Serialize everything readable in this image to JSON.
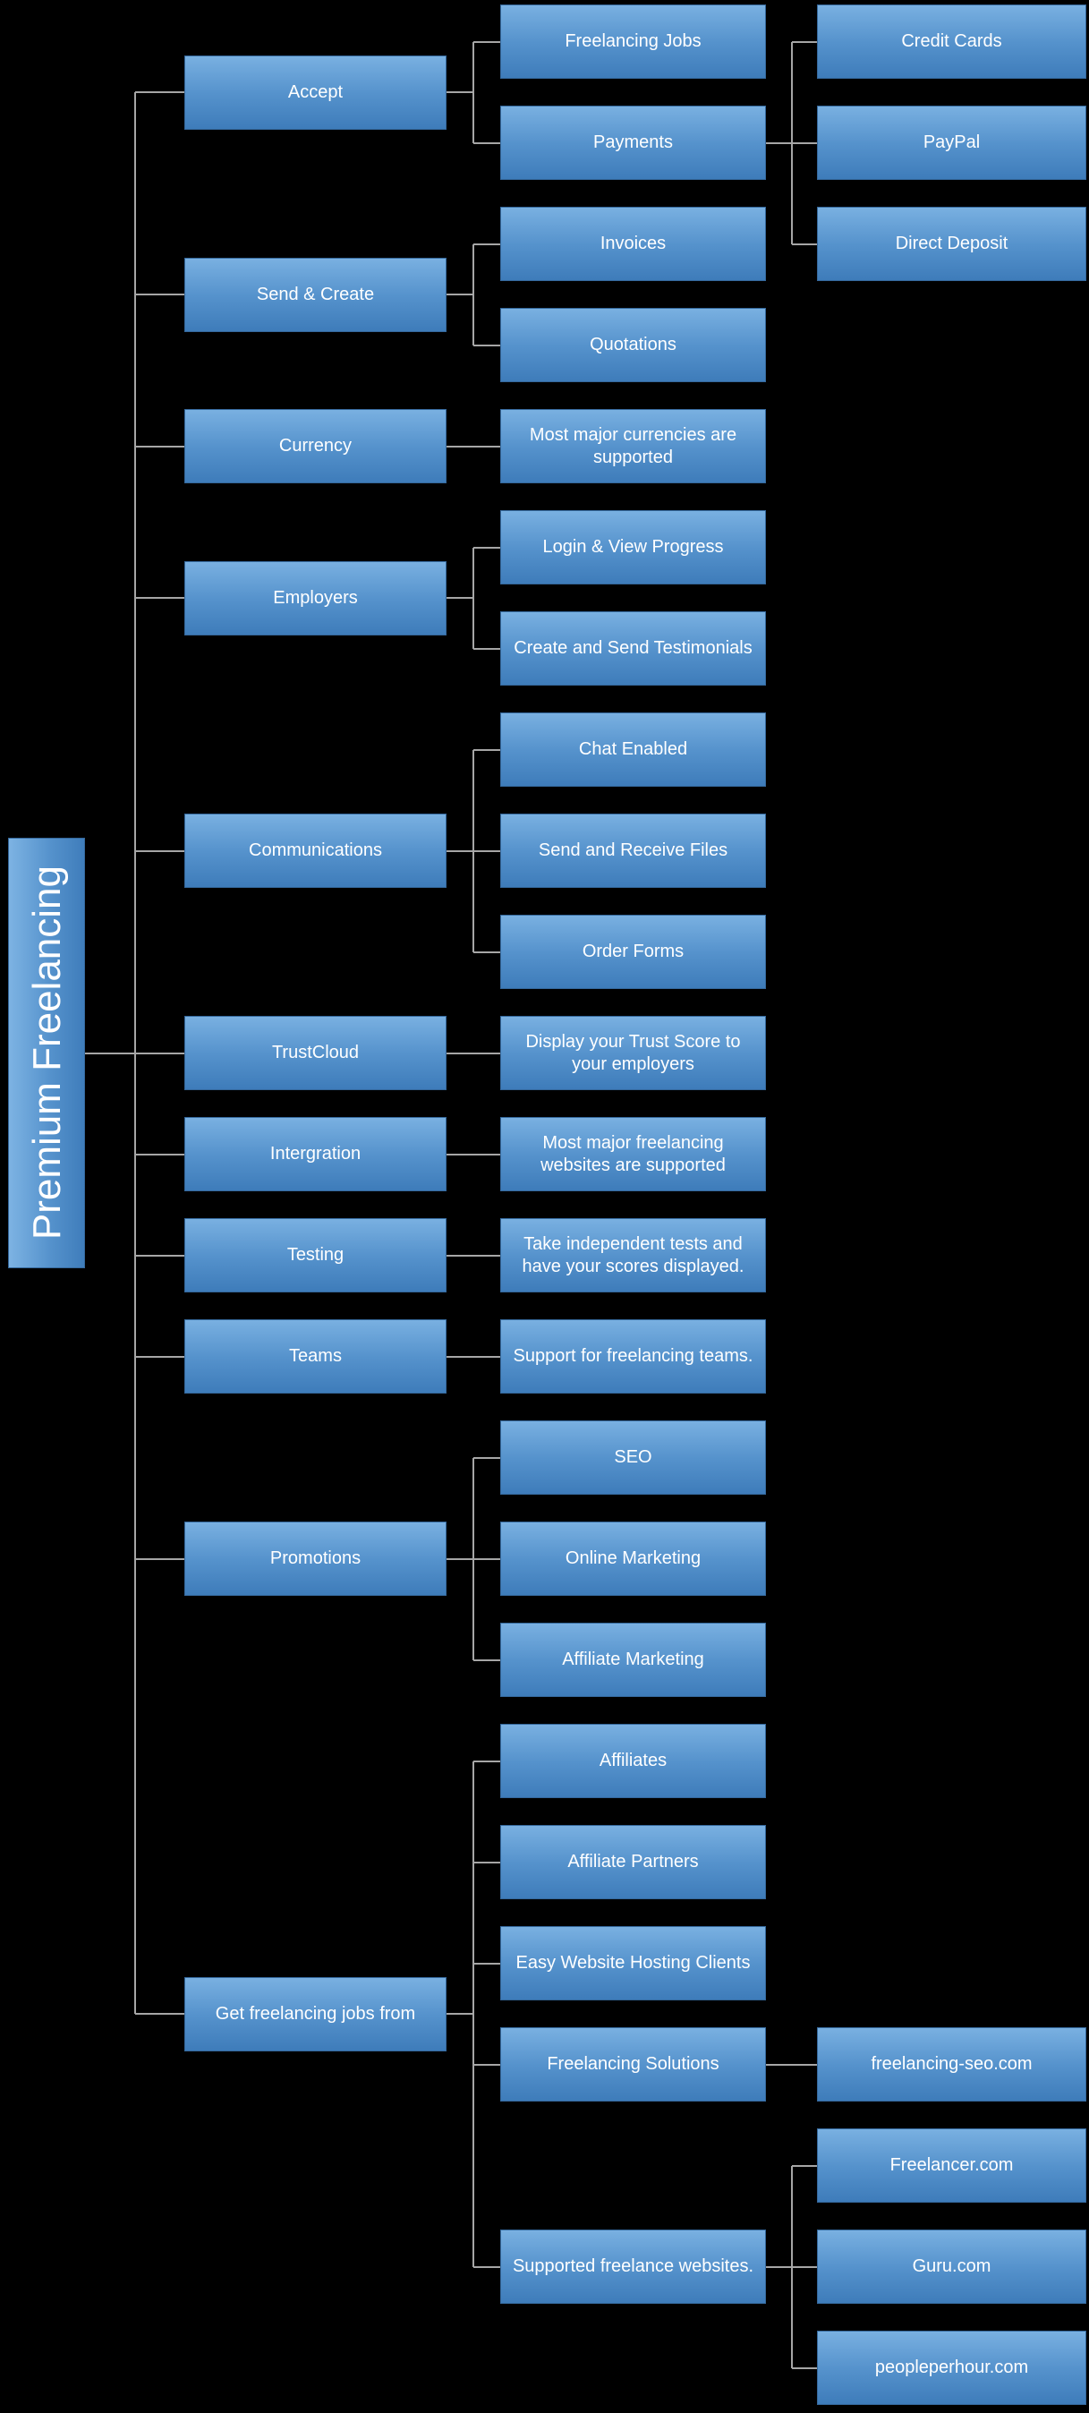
{
  "root": {
    "label": "Premium Freelancing"
  },
  "colors": {
    "background": "#000000",
    "box_gradient_top": "#79b0e1",
    "box_gradient_bottom": "#3e7cba",
    "box_border": "#35689c",
    "box_text": "#ffffff",
    "connector": "#a6a6a6"
  },
  "branches": [
    {
      "label": "Accept",
      "row": 0.5,
      "children": [
        {
          "label": "Freelancing Jobs",
          "row": 0
        },
        {
          "label": "Payments",
          "row": 1,
          "children": [
            {
              "label": "Credit Cards",
              "row": 0
            },
            {
              "label": "PayPal",
              "row": 1
            },
            {
              "label": "Direct Deposit",
              "row": 2
            }
          ]
        }
      ]
    },
    {
      "label": "Send & Create",
      "row": 2.5,
      "children": [
        {
          "label": "Invoices",
          "row": 2
        },
        {
          "label": "Quotations",
          "row": 3
        }
      ]
    },
    {
      "label": "Currency",
      "row": 4,
      "children": [
        {
          "label": "Most major currencies are supported",
          "row": 4
        }
      ]
    },
    {
      "label": "Employers",
      "row": 5.5,
      "children": [
        {
          "label": "Login & View Progress",
          "row": 5
        },
        {
          "label": "Create and Send Testimonials",
          "row": 6
        }
      ]
    },
    {
      "label": "Communications",
      "row": 8,
      "children": [
        {
          "label": "Chat Enabled",
          "row": 7
        },
        {
          "label": "Send and Receive Files",
          "row": 8
        },
        {
          "label": "Order Forms",
          "row": 9
        }
      ]
    },
    {
      "label": "TrustCloud",
      "row": 10,
      "children": [
        {
          "label": "Display your Trust Score to your employers",
          "row": 10
        }
      ]
    },
    {
      "label": "Intergration",
      "row": 11,
      "children": [
        {
          "label": "Most major freelancing websites are supported",
          "row": 11
        }
      ]
    },
    {
      "label": "Testing",
      "row": 12,
      "children": [
        {
          "label": "Take independent tests and have your scores displayed.",
          "row": 12
        }
      ]
    },
    {
      "label": "Teams",
      "row": 13,
      "children": [
        {
          "label": "Support for freelancing teams.",
          "row": 13
        }
      ]
    },
    {
      "label": "Promotions",
      "row": 15,
      "children": [
        {
          "label": "SEO",
          "row": 14
        },
        {
          "label": "Online Marketing",
          "row": 15
        },
        {
          "label": "Affiliate Marketing",
          "row": 16
        }
      ]
    },
    {
      "label": "Get freelancing jobs from",
      "row": 19.5,
      "children": [
        {
          "label": "Affiliates",
          "row": 17
        },
        {
          "label": "Affiliate Partners",
          "row": 18
        },
        {
          "label": "Easy Website Hosting Clients",
          "row": 19
        },
        {
          "label": "Freelancing Solutions",
          "row": 20,
          "children": [
            {
              "label": "freelancing-seo.com",
              "row": 20
            }
          ]
        },
        {
          "label": "Supported freelance websites.",
          "row": 22,
          "children": [
            {
              "label": "Freelancer.com",
              "row": 21
            },
            {
              "label": "Guru.com",
              "row": 22
            },
            {
              "label": "peopleperhour.com",
              "row": 23
            }
          ]
        }
      ]
    }
  ]
}
